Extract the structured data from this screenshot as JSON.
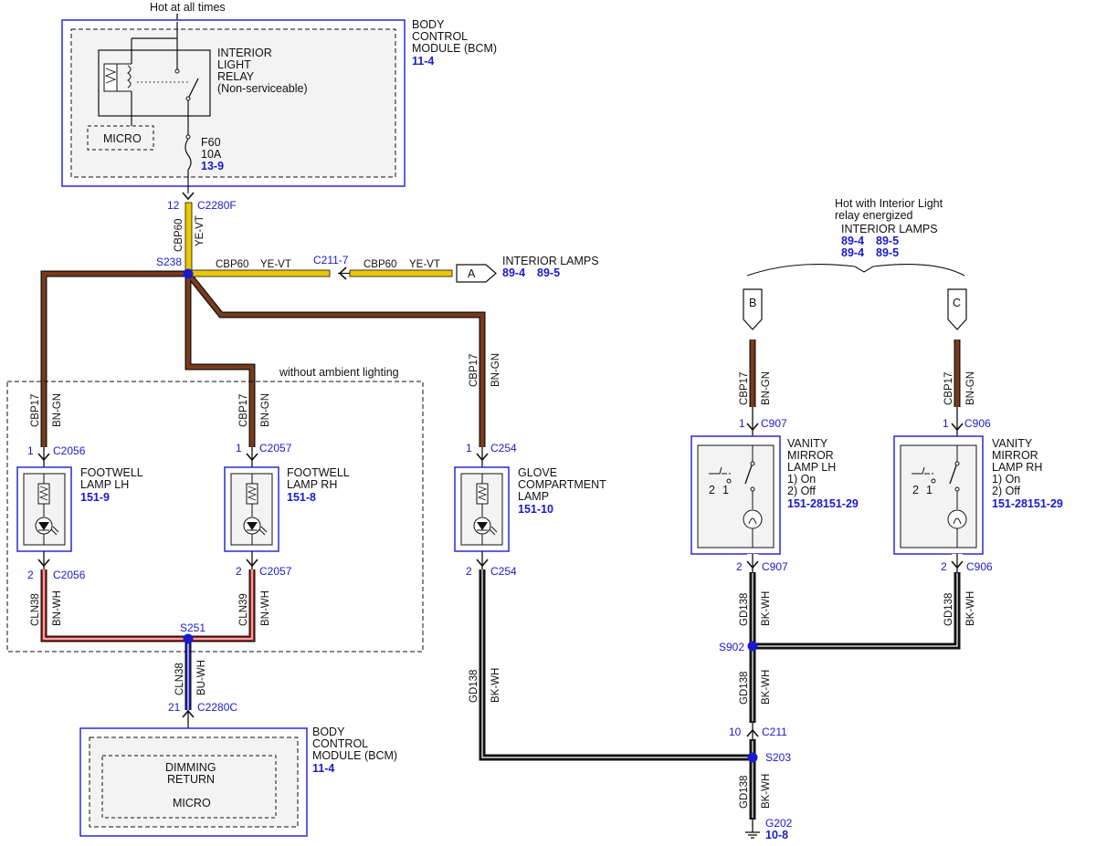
{
  "top": {
    "hot_label": "Hot at all times"
  },
  "bcm_top": {
    "title": [
      "BODY",
      "CONTROL",
      "MODULE (BCM)"
    ],
    "ref": "11-4",
    "relay": [
      "INTERIOR",
      "LIGHT",
      "RELAY",
      "(Non-serviceable)"
    ],
    "micro": "MICRO",
    "fuse": [
      "F60",
      "10A"
    ],
    "fuse_ref": "13-9"
  },
  "pins": {
    "c2280f_pin": "12",
    "c2280f": "C2280F",
    "s238": "S238",
    "c211_7": "C211-7",
    "c2056_1_pin": "1",
    "c2056": "C2056",
    "c2057_1_pin": "1",
    "c2057": "C2057",
    "c254_1_pin": "1",
    "c254": "C254",
    "c2056_2_pin": "2",
    "c2057_2_pin": "2",
    "c254_2_pin": "2",
    "s251": "S251",
    "c2280c_pin": "21",
    "c2280c": "C2280C",
    "c907_1_pin": "1",
    "c907": "C907",
    "c906_1_pin": "1",
    "c906": "C906",
    "c907_2_pin": "2",
    "c906_2_pin": "2",
    "s902": "S902",
    "c211_pin": "10",
    "c211": "C211",
    "s203": "S203",
    "g202": "G202",
    "g202_ref": "10-8"
  },
  "wires": {
    "cbp60": "CBP60",
    "yevt": "YE-VT",
    "cbp17": "CBP17",
    "bngn": "BN-GN",
    "cln38": "CLN38",
    "cln39": "CLN39",
    "bnwh": "BN-WH",
    "buwh": "BU-WH",
    "gd138": "GD138",
    "bkwh": "BK-WH"
  },
  "interior_lamps": {
    "label": "INTERIOR LAMPS",
    "ref1": "89-4",
    "ref2": "89-5",
    "connector": "A"
  },
  "ambient": {
    "label": "without ambient lighting"
  },
  "footwell_lh": {
    "name": [
      "FOOTWELL",
      "LAMP LH"
    ],
    "ref": "151-9"
  },
  "footwell_rh": {
    "name": [
      "FOOTWELL",
      "LAMP RH"
    ],
    "ref": "151-8"
  },
  "glove": {
    "name": [
      "GLOVE",
      "COMPARTMENT",
      "LAMP"
    ],
    "ref": "151-10"
  },
  "vanity_header": {
    "lines": [
      "Hot with Interior Light",
      "relay energized"
    ],
    "lamps": "INTERIOR LAMPS",
    "refs_row1": [
      "89-4",
      "89-5"
    ],
    "refs_row2": [
      "89-4",
      "89-5"
    ],
    "conn_b": "B",
    "conn_c": "C"
  },
  "vanity_lh": {
    "name": [
      "VANITY",
      "MIRROR",
      "LAMP LH",
      "1) On",
      "2) Off"
    ],
    "ref": "151-28151-29",
    "sw_pos": [
      "2",
      "1"
    ]
  },
  "vanity_rh": {
    "name": [
      "VANITY",
      "MIRROR",
      "LAMP RH",
      "1) On",
      "2) Off"
    ],
    "ref": "151-28151-29",
    "sw_pos": [
      "2",
      "1"
    ]
  },
  "bcm_bottom": {
    "title": [
      "BODY",
      "CONTROL",
      "MODULE (BCM)"
    ],
    "ref": "11-4",
    "dimming": [
      "DIMMING",
      "RETURN"
    ],
    "micro": "MICRO"
  },
  "colors": {
    "brown": "#7a3a1c",
    "yellow": "#e8c800",
    "black": "#111111",
    "red": "#b22222",
    "blue": "#1a1acc",
    "box": "#2a2ad0"
  }
}
